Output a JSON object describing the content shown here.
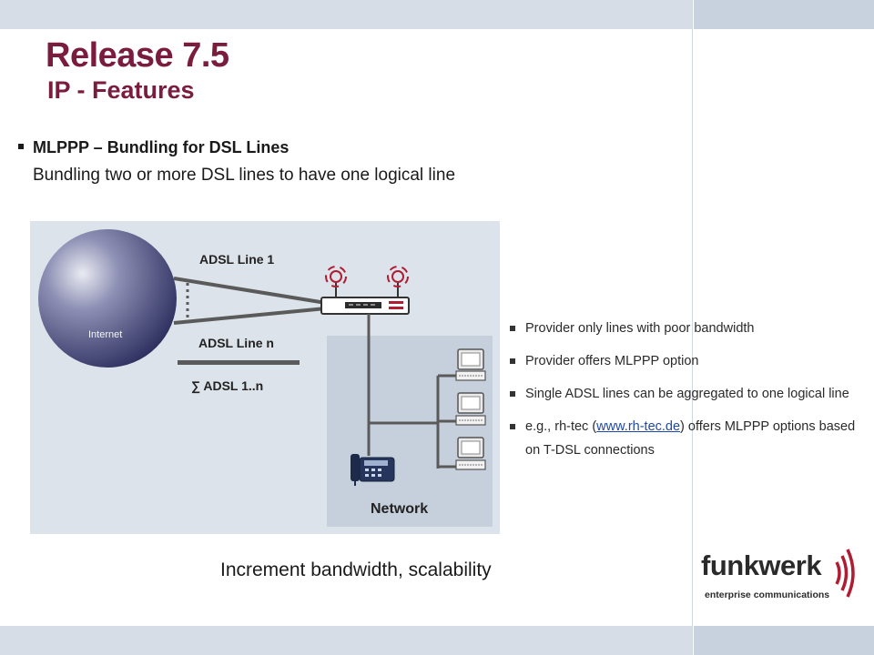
{
  "header": {
    "title": "Release 7.5",
    "subtitle": "IP - Features"
  },
  "main": {
    "bullet_heading": "MLPPP – Bundling for DSL Lines",
    "bullet_text": "Bundling two or more DSL lines to have one logical line"
  },
  "diagram": {
    "internet_label": "Internet",
    "line1_label": "ADSL Line 1",
    "linen_label": "ADSL Line n",
    "sum_label": "∑ ADSL 1..n",
    "network_label": "Network"
  },
  "side_points": {
    "item1": "Provider only lines with poor bandwidth",
    "item2": "Provider offers MLPPP option",
    "item3": "Single ADSL lines can be aggregated to one logical line",
    "item4_prefix": "e.g., rh-tec (",
    "item4_link": "www.rh-tec.de",
    "item4_suffix": ") offers MLPPP options based on T-DSL connections"
  },
  "footer": {
    "tagline": "Increment bandwidth, scalability"
  },
  "logo": {
    "wordmark": "funkwerk",
    "tagline": "enterprise communications"
  },
  "colors": {
    "title": "#7a1c3e",
    "accent_red": "#b01c32",
    "band": "#d6dde6",
    "diagram_bg": "#dde3ea",
    "network_bg": "#c6d0dc"
  }
}
